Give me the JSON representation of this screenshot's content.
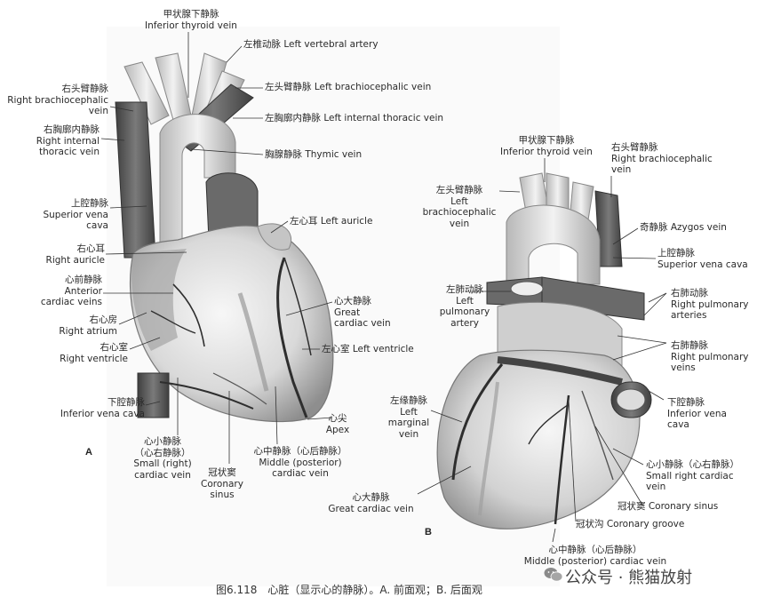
{
  "panels": {
    "a": "A",
    "b": "B"
  },
  "caption": "图6.118　心脏（显示心的静脉）。A. 前面观；B. 后面观",
  "watermark": "公众号 · 熊猫放射",
  "labels_a": {
    "inferior_thyroid": [
      "甲状腺下静脉",
      "Inferior thyroid vein"
    ],
    "left_vertebral": [
      "左椎动脉 Left vertebral artery"
    ],
    "left_brachiocephalic": [
      "左头臂静脉 Left brachiocephalic vein"
    ],
    "left_internal_thoracic": [
      "左胸廓内静脉 Left internal thoracic vein"
    ],
    "thymic": [
      "胸腺静脉 Thymic vein"
    ],
    "left_auricle": [
      "左心耳 Left auricle"
    ],
    "great_cardiac": [
      "心大静脉",
      "Great",
      "cardiac vein"
    ],
    "left_ventricle": [
      "左心室 Left ventricle"
    ],
    "apex": [
      "心尖",
      "Apex"
    ],
    "middle_cardiac": [
      "心中静脉（心后静脉）",
      "Middle (posterior)",
      "cardiac vein"
    ],
    "coronary_sinus": [
      "冠状窦",
      "Coronary",
      "sinus"
    ],
    "small_cardiac": [
      "心小静脉",
      "（心右静脉）",
      "Small (right)",
      "cardiac vein"
    ],
    "inferior_vena_cava": [
      "下腔静脉",
      "Inferior vena cava"
    ],
    "right_ventricle": [
      "右心室",
      "Right ventricle"
    ],
    "right_atrium": [
      "右心房",
      "Right atrium"
    ],
    "anterior_cardiac": [
      "心前静脉",
      "Anterior",
      "cardiac veins"
    ],
    "right_auricle": [
      "右心耳",
      "Right auricle"
    ],
    "superior_vena_cava": [
      "上腔静脉",
      "Superior vena",
      "cava"
    ],
    "right_internal_thoracic": [
      "右胸廓内静脉",
      "Right internal",
      "thoracic vein"
    ],
    "right_brachiocephalic": [
      "右头臂静脉",
      "Right brachiocephalic",
      "vein"
    ]
  },
  "labels_b": {
    "inferior_thyroid": [
      "甲状腺下静脉",
      "Inferior thyroid vein"
    ],
    "right_brachiocephalic": [
      "右头臂静脉",
      "Right brachiocephalic",
      "vein"
    ],
    "left_brachiocephalic": [
      "左头臂静脉",
      "Left",
      "brachiocephalic",
      "vein"
    ],
    "azygos": [
      "奇静脉 Azygos vein"
    ],
    "superior_vena_cava": [
      "上腔静脉",
      "Superior vena cava"
    ],
    "left_pulmonary_artery": [
      "左肺动脉",
      "Left",
      "pulmonary",
      "artery"
    ],
    "right_pulmonary_arteries": [
      "右肺动脉",
      "Right pulmonary",
      "arteries"
    ],
    "right_pulmonary_veins": [
      "右肺静脉",
      "Right pulmonary",
      "veins"
    ],
    "left_marginal": [
      "左缘静脉",
      "Left",
      "marginal",
      "vein"
    ],
    "inferior_vena_cava": [
      "下腔静脉",
      "Inferior vena",
      "cava"
    ],
    "small_right_cardiac": [
      "心小静脉（心右静脉）",
      "Small right cardiac",
      "vein"
    ],
    "great_cardiac": [
      "心大静脉",
      "Great cardiac vein"
    ],
    "coronary_sinus": [
      "冠状窦 Coronary sinus"
    ],
    "coronary_groove": [
      "冠状沟 Coronary groove"
    ],
    "middle_cardiac": [
      "心中静脉（心后静脉）",
      "Middle (posterior) cardiac vein"
    ]
  }
}
